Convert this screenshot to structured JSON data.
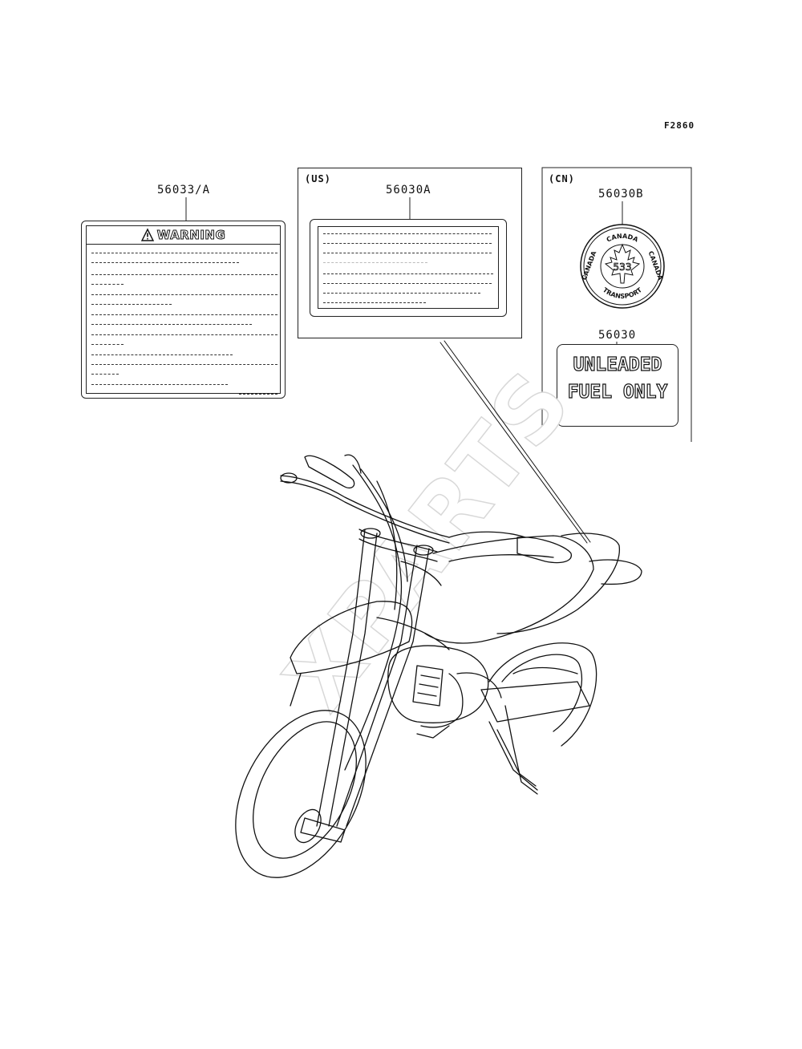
{
  "figure_id": "F2860",
  "panels": {
    "left": {
      "part_number": "56033/A",
      "label_heading": "WARNING"
    },
    "us": {
      "region": "(US)",
      "part_number": "56030A"
    },
    "cn": {
      "region": "(CN)",
      "seal_part_number": "56030B",
      "seal_text_top": "CANADA",
      "seal_text_left": "CANADA",
      "seal_text_right": "CANADA",
      "seal_text_bottom": "TRANSPORT",
      "seal_number": "533",
      "fuel_part_number": "56030",
      "fuel_line1": "UNLEADED",
      "fuel_line2": "FUEL ONLY"
    }
  },
  "watermark": "XPARTS"
}
